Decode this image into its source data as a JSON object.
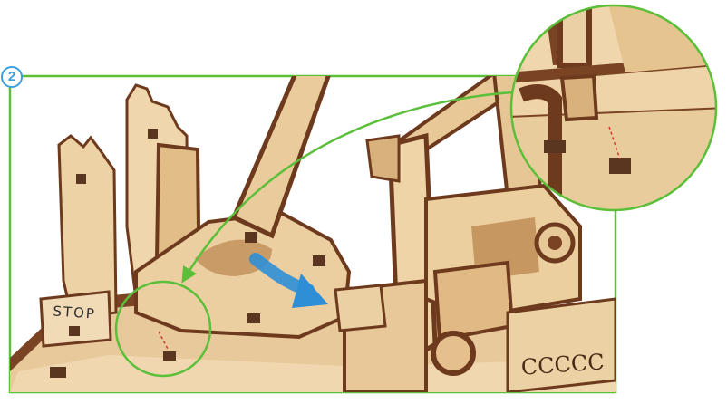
{
  "step": {
    "number": "2"
  },
  "labels": {
    "stop": "STOP"
  },
  "colors": {
    "frame": "#5bbf3a",
    "badge": "#3aa0dd",
    "arrow": "#2f8fd6",
    "wood_light": "#efd3a9",
    "wood_mid": "#d9b17d",
    "wood_edge": "#6e3a1e",
    "hint_line": "#d9342b"
  },
  "icons": [
    "step-number-badge",
    "curved-pointer-arrow",
    "rotate-direction-arrow",
    "zoom-magnifier-circle"
  ]
}
